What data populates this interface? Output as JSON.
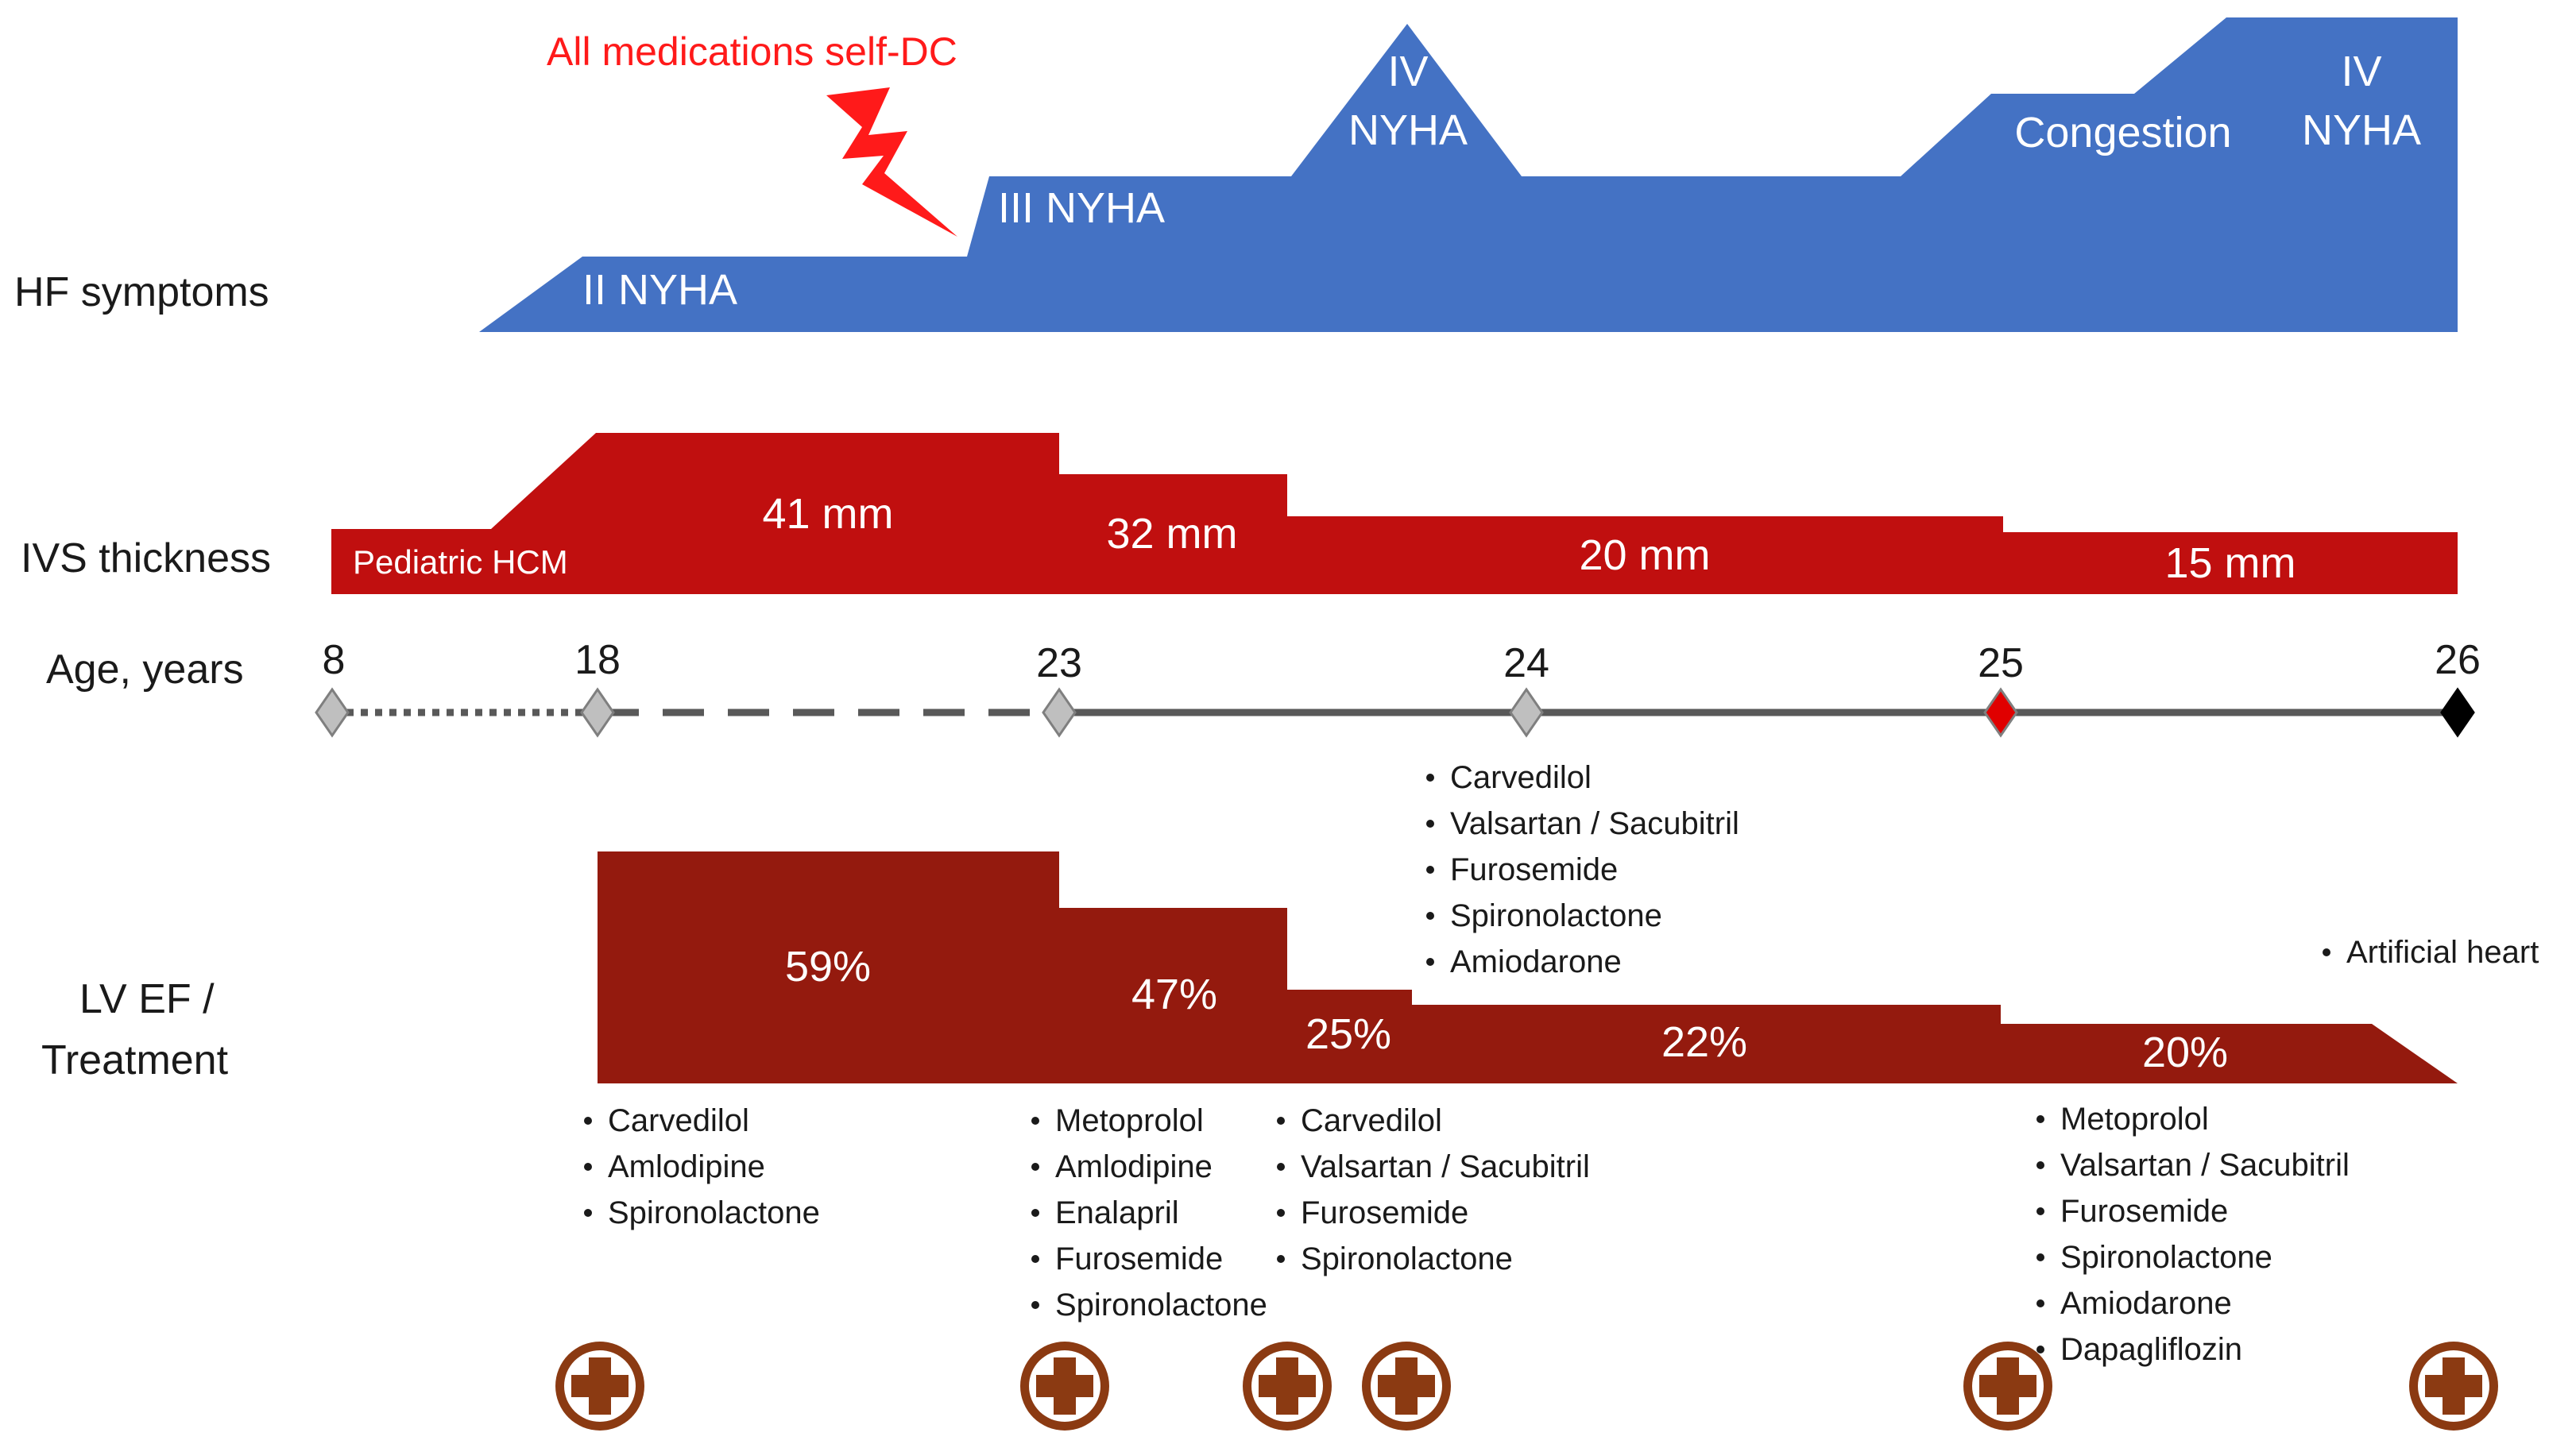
{
  "row_labels": {
    "hf": "HF symptoms",
    "ivs": "IVS thickness",
    "age": "Age, years",
    "ef_line1": "LV EF /",
    "ef_line2": "Treatment"
  },
  "alert_text": "All medications self-DC",
  "hf_labels": {
    "ii": "II NYHA",
    "iii": "III NYHA",
    "iv1_a": "IV",
    "iv1_b": "NYHA",
    "congestion": "Congestion",
    "iv2_a": "IV",
    "iv2_b": "NYHA"
  },
  "ivs_labels": {
    "pediatric": "Pediatric HCM",
    "v41": "41 mm",
    "v32": "32 mm",
    "v20": "20 mm",
    "v15": "15 mm"
  },
  "ages": [
    "8",
    "18",
    "23",
    "24",
    "25",
    "26"
  ],
  "ef_labels": {
    "v59": "59%",
    "v47": "47%",
    "v25": "25%",
    "v22": "22%",
    "v20": "20%"
  },
  "med_lists": {
    "at18": [
      "Carvedilol",
      "Amlodipine",
      "Spironolactone"
    ],
    "at23": [
      "Metoprolol",
      "Amlodipine",
      "Enalapril",
      "Furosemide",
      "Spironolactone"
    ],
    "at23b": [
      "Carvedilol",
      "Valsartan / Sacubitril",
      "Furosemide",
      "Spironolactone"
    ],
    "at24": [
      "Carvedilol",
      "Valsartan / Sacubitril",
      "Furosemide",
      "Spironolactone",
      "Amiodarone"
    ],
    "at25": [
      "Metoprolol",
      "Valsartan / Sacubitril",
      "Furosemide",
      "Spironolactone",
      "Amiodarone",
      "Dapagliflozin"
    ],
    "at26": [
      "Artificial heart"
    ]
  },
  "colors": {
    "hf_band": "#4472c4",
    "ivs_band": "#c00f0f",
    "ef_band": "#941a0e",
    "timeline": "#595959",
    "marker_gray": "#bfbfbf",
    "marker_red": "#e00000",
    "marker_black": "#000000",
    "hospital_icon": "#8b3a12",
    "alert": "#ff1a1a"
  },
  "icons": {
    "lightning": "lightning-bolt-icon",
    "hospital": "hospital-cross-icon"
  }
}
